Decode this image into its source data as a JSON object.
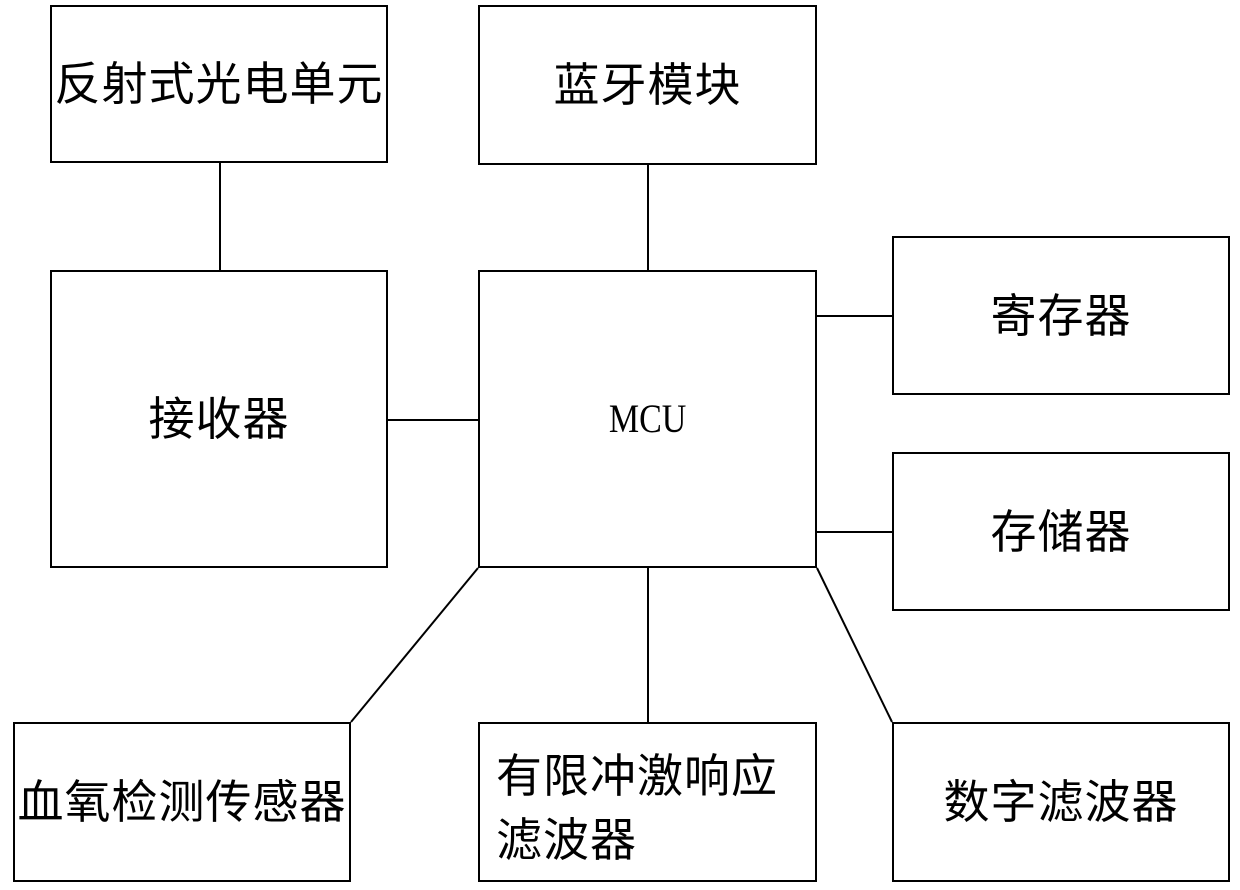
{
  "blocks": {
    "reflective_photoelectric_unit": "反射式光电单元",
    "bluetooth_module": "蓝牙模块",
    "receiver": "接收器",
    "mcu": "MCU",
    "register": "寄存器",
    "memory": "存储器",
    "blood_oxygen_sensor": "血氧检测传感器",
    "fir_filter": "有限冲激响应滤波器",
    "digital_filter": "数字滤波器"
  },
  "colors": {
    "line": "#000000",
    "background": "#ffffff"
  }
}
